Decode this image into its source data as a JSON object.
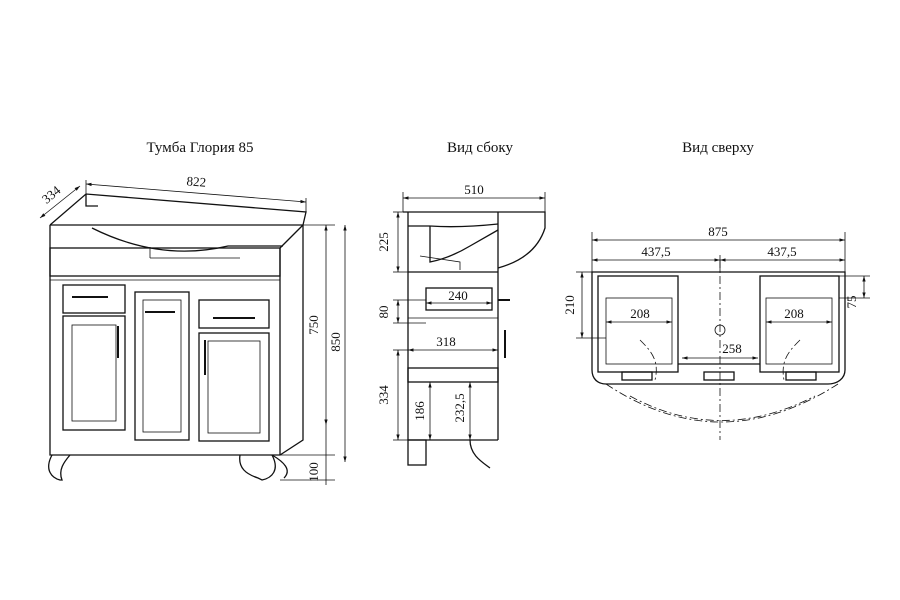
{
  "titles": {
    "front": "Тумба Глория 85",
    "side": "Вид сбоку",
    "top": "Вид сверху"
  },
  "front_dims": {
    "width": "822",
    "depth": "334",
    "body_height": "750",
    "total_height": "850",
    "legs": "100"
  },
  "side_dims": {
    "depth": "510",
    "sink": "225",
    "drawer_width": "240",
    "drawer_height": "80",
    "shelf_depth": "318",
    "lower": "334",
    "inner_low": "186",
    "inner_high": "232,5"
  },
  "top_dims": {
    "total": "875",
    "left_half": "437,5",
    "right_half": "437,5",
    "depth": "210",
    "offset": "75",
    "left_box": "208",
    "right_box": "208",
    "middle": "258"
  }
}
